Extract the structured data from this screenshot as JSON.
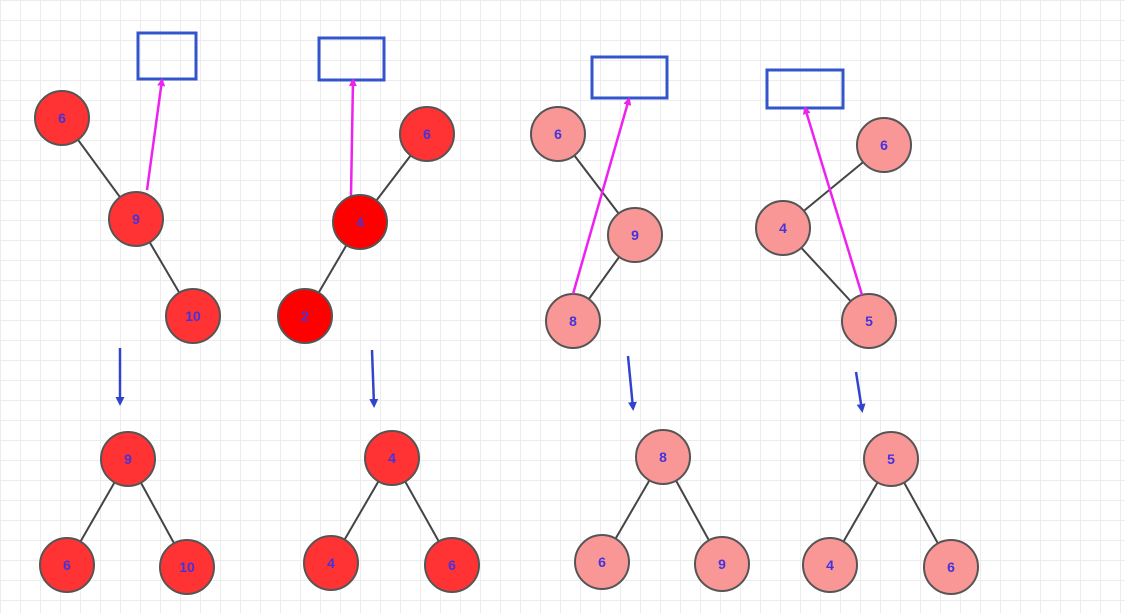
{
  "colors": {
    "red": "#ff3333",
    "deep_red": "#ff0000",
    "pink": "#f99797",
    "node_stroke": "#555555",
    "edge": "#444444",
    "box": "#3355cc",
    "magenta_arrow": "#ee22ee",
    "down_arrow": "#3344cc",
    "label": "#4433dd"
  },
  "rotations": [
    {
      "id": "rr",
      "before": {
        "top": "6",
        "mid": "9",
        "bottom": "10"
      },
      "after": {
        "root": "9",
        "left": "6",
        "right": "10"
      }
    },
    {
      "id": "ll",
      "before": {
        "top": "6",
        "mid": "4",
        "bottom": "2"
      },
      "after": {
        "root": "4",
        "left": "4",
        "right": "6"
      }
    },
    {
      "id": "rl",
      "before": {
        "top": "6",
        "mid": "9",
        "bottom": "8"
      },
      "after": {
        "root": "8",
        "left": "6",
        "right": "9"
      }
    },
    {
      "id": "lr",
      "before": {
        "top": "6",
        "mid": "4",
        "bottom": "5"
      },
      "after": {
        "root": "5",
        "left": "4",
        "right": "6"
      }
    }
  ]
}
